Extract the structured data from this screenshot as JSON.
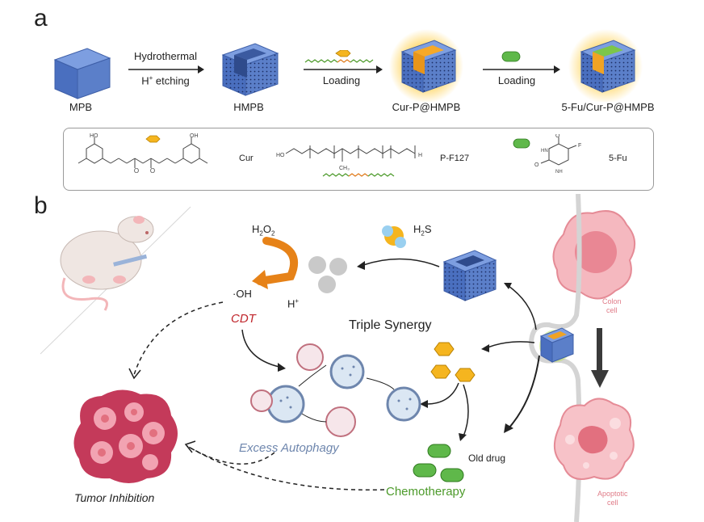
{
  "panel_a": {
    "label": "a",
    "nodes": [
      "MPB",
      "HMPB",
      "Cur-P@HMPB",
      "5-Fu/Cur-P@HMPB"
    ],
    "arrows": [
      {
        "top": "Hydrothermal",
        "bottom_pre": "H",
        "bottom_sup": "+",
        "bottom_post": " etching"
      },
      {
        "bottom": "Loading"
      },
      {
        "bottom": "Loading"
      }
    ],
    "chemicals": {
      "cur": "Cur",
      "pf127": "P-F127",
      "fu": "5-Fu"
    }
  },
  "panel_b": {
    "label": "b",
    "h2o2_main": "H",
    "h2o2_sub1": "2",
    "h2o2_mid": "O",
    "h2o2_sub2": "2",
    "h2s_main": "H",
    "h2s_sub": "2",
    "h2s_end": "S",
    "oh": "·OH",
    "hplus_main": "H",
    "hplus_sup": "+",
    "cdt": "CDT",
    "triple_synergy": "Triple Synergy",
    "excess_autophagy": "Excess Autophagy",
    "old_drug": "Old drug",
    "chemotherapy": "Chemotherapy",
    "tumor_inhibition": "Tumor Inhibition",
    "colon_cell": [
      "Colon",
      "cell"
    ],
    "apoptotic_cell": [
      "Apoptotic",
      "cell"
    ]
  },
  "colors": {
    "cube_blue": "#5b7fc9",
    "cur_orange": "#f5b51f",
    "fu_green": "#5fb84a",
    "cdt_red": "#c0262c",
    "autophagy_blue": "#6e86ad",
    "chemo_green": "#4c9a2a",
    "cell_pink": "#f1a4ad"
  }
}
